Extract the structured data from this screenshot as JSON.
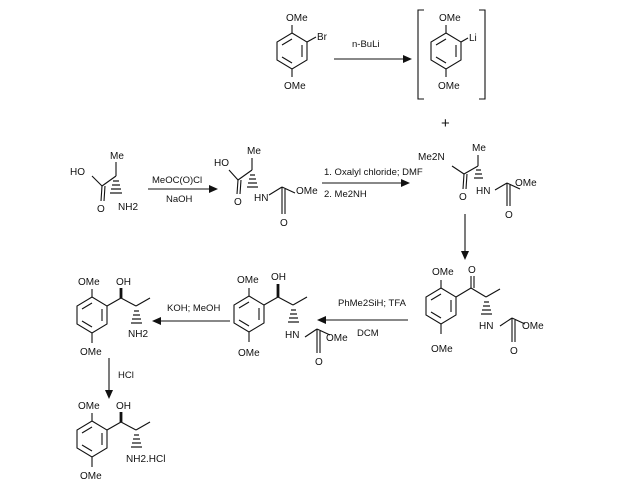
{
  "compounds": {
    "bromo_dimethoxybenzene": {
      "ome_top": "OMe",
      "br": "Br",
      "ome_bottom": "OMe"
    },
    "lithio_intermediate": {
      "ome_top": "OMe",
      "li": "Li",
      "ome_bottom": "OMe"
    },
    "plus_sign": "+",
    "alanine": {
      "ho": "HO",
      "me": "Me",
      "nh2": "NH2",
      "o": "O"
    },
    "moc_alanine": {
      "ho": "HO",
      "me": "Me",
      "hn": "HN",
      "ome": "OMe",
      "o1": "O",
      "o2": "O"
    },
    "weinreb_amide": {
      "me2n": "Me2N",
      "me": "Me",
      "hn": "HN",
      "ome": "OMe",
      "o1": "O",
      "o2": "O"
    },
    "aryl_ketone": {
      "ome_top": "OMe",
      "o_ketone": "O",
      "hn": "HN",
      "ome_carb": "OMe",
      "o_carb": "O",
      "ome_bottom": "OMe"
    },
    "carbamate_alcohol": {
      "ome_top": "OMe",
      "oh": "OH",
      "hn": "HN",
      "ome_carb": "OMe",
      "o_carb": "O",
      "ome_bottom": "OMe"
    },
    "amino_alcohol": {
      "ome_top": "OMe",
      "oh": "OH",
      "nh2": "NH2",
      "ome_bottom": "OMe"
    },
    "hcl_salt": {
      "ome_top": "OMe",
      "oh": "OH",
      "nh2hcl": "NH2.HCl",
      "ome_bottom": "OMe"
    }
  },
  "reactions": {
    "lithiation": {
      "reagent": "n-BuLi"
    },
    "carbamoylation": {
      "reagent_top": "MeOC(O)Cl",
      "reagent_bottom": "NaOH"
    },
    "amidation": {
      "step1": "1. Oxalyl chloride; DMF",
      "step2": "2. Me2NH"
    },
    "reduction": {
      "reagent_top": "PhMe2SiH; TFA",
      "reagent_bottom": "DCM"
    },
    "hydrolysis": {
      "reagent": "KOH; MeOH"
    },
    "salt_formation": {
      "reagent": "HCl"
    }
  }
}
